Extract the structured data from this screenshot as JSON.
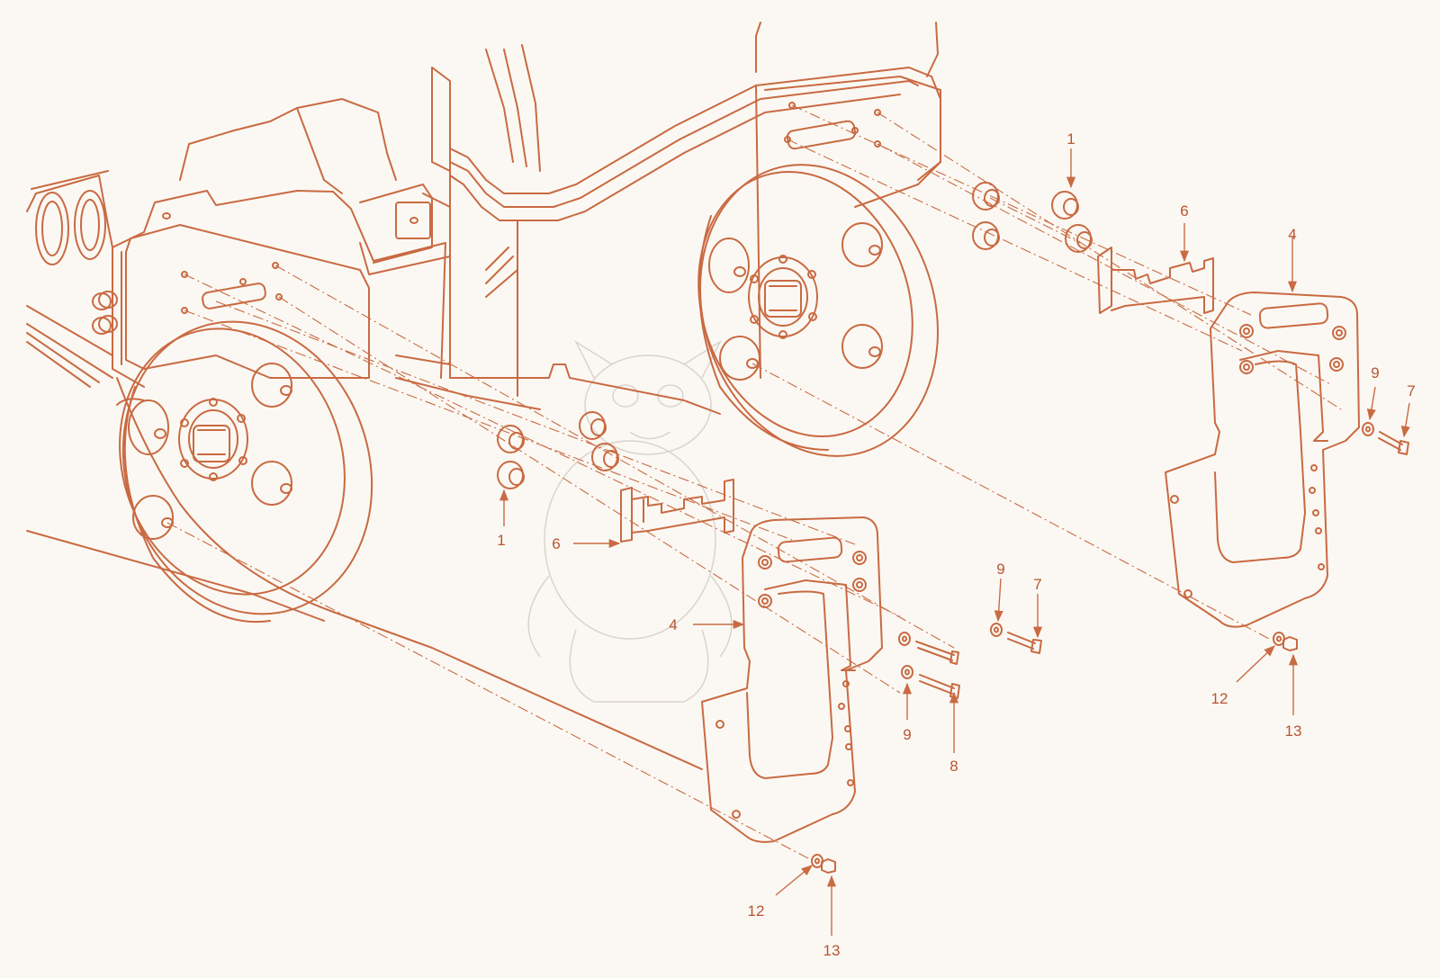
{
  "colors": {
    "background": "#fbf8f3",
    "line": "#c96a42",
    "label": "#b85530",
    "watermark": "#d9d4cd"
  },
  "callouts": [
    {
      "id": "c1a",
      "label": "1"
    },
    {
      "id": "c1b",
      "label": "1"
    },
    {
      "id": "c6a",
      "label": "6"
    },
    {
      "id": "c6b",
      "label": "6"
    },
    {
      "id": "c4a",
      "label": "4"
    },
    {
      "id": "c4b",
      "label": "4"
    },
    {
      "id": "c9a",
      "label": "9"
    },
    {
      "id": "c9b",
      "label": "9"
    },
    {
      "id": "c9c",
      "label": "9"
    },
    {
      "id": "c7a",
      "label": "7"
    },
    {
      "id": "c7b",
      "label": "7"
    },
    {
      "id": "c8a",
      "label": "8"
    },
    {
      "id": "c12a",
      "label": "12"
    },
    {
      "id": "c12b",
      "label": "12"
    },
    {
      "id": "c13a",
      "label": "13"
    },
    {
      "id": "c13b",
      "label": "13"
    }
  ]
}
